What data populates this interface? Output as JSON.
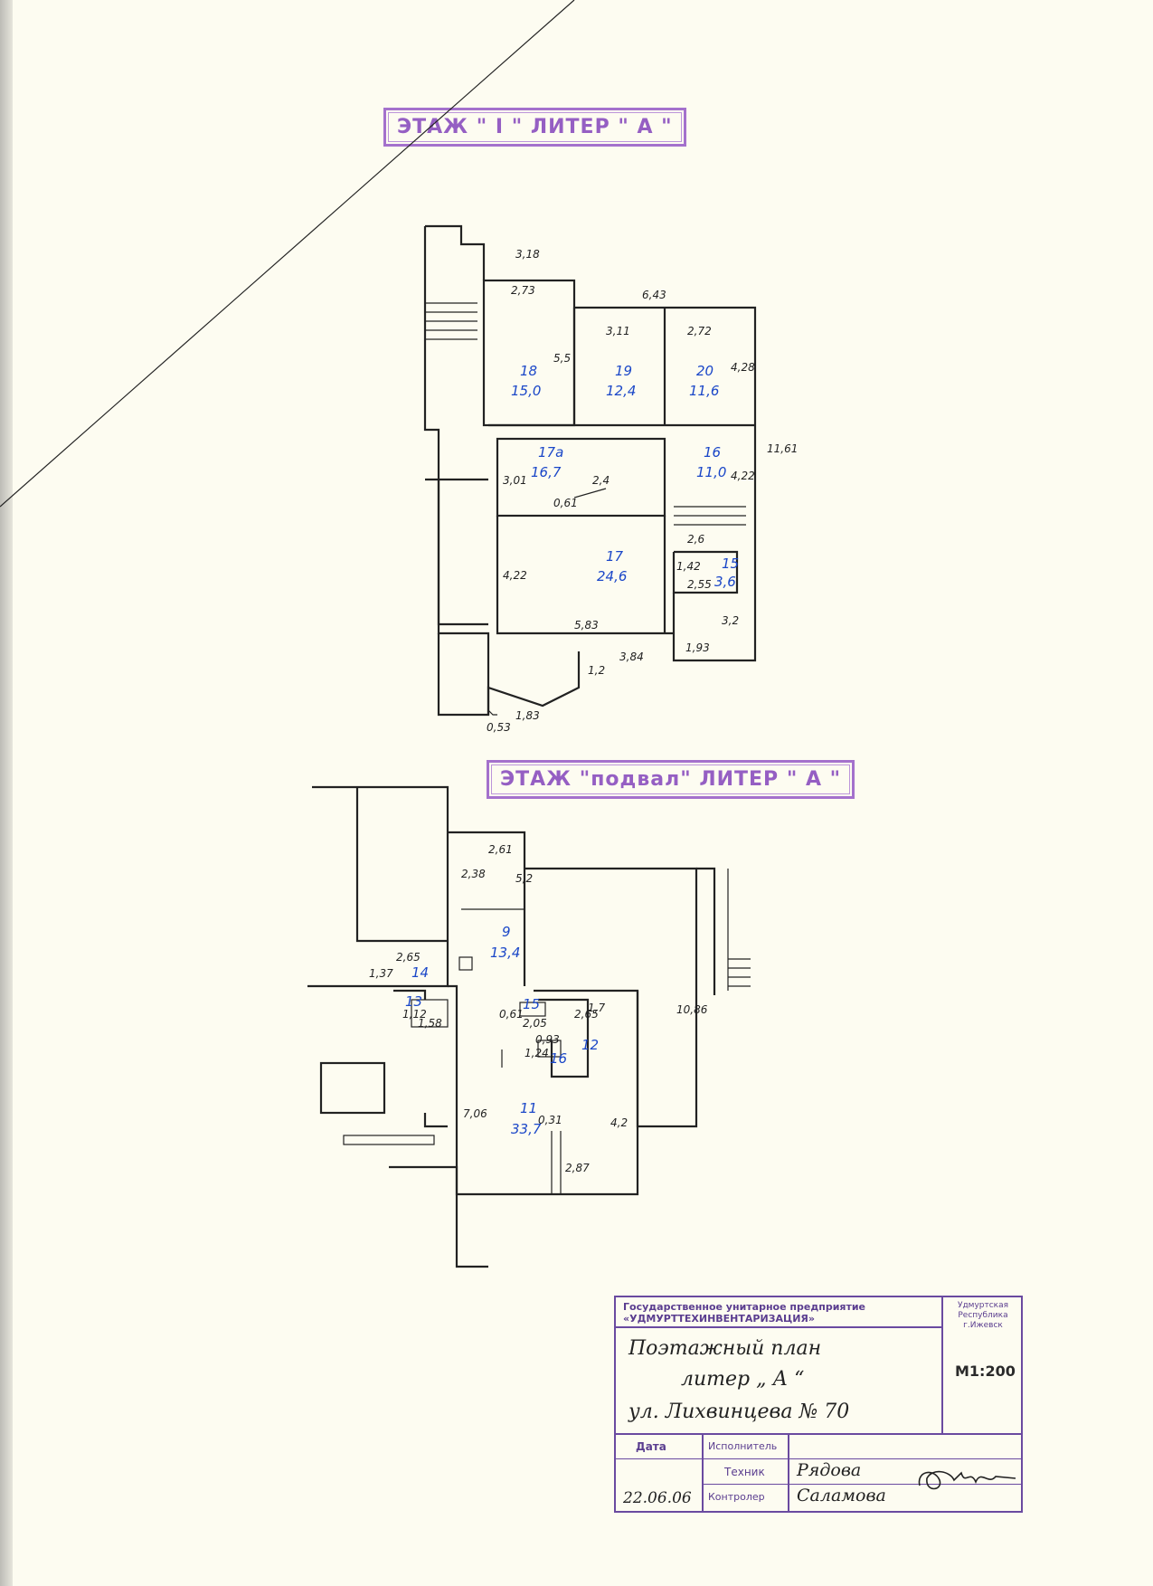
{
  "stamps": {
    "floor1": "ЭТАЖ \" I \" ЛИТЕР \" А \"",
    "basement": "ЭТАЖ \"подвал\" ЛИТЕР \" А \""
  },
  "floor1": {
    "rooms": [
      {
        "id": "room-18",
        "number": "18",
        "area": "15,0"
      },
      {
        "id": "room-19",
        "number": "19",
        "area": "12,4"
      },
      {
        "id": "room-20",
        "number": "20",
        "area": "11,6"
      },
      {
        "id": "room-17a",
        "number": "17а",
        "area": "16,7"
      },
      {
        "id": "room-16",
        "number": "16",
        "area": "11,0"
      },
      {
        "id": "room-17",
        "number": "17",
        "area": "24,6"
      },
      {
        "id": "room-15",
        "number": "15",
        "area": "3,6"
      }
    ],
    "dimensions": [
      "3,18",
      "2,73",
      "6,43",
      "3,11",
      "2,72",
      "5,5",
      "4,28",
      "11,61",
      "3,01",
      "2,4",
      "0,61",
      "4,22",
      "4,22",
      "2,6",
      "1,42",
      "2,55",
      "3,2",
      "5,83",
      "1,93",
      "3,84",
      "1,2",
      "1,83",
      "0,53"
    ]
  },
  "basement": {
    "rooms": [
      {
        "id": "room-9",
        "number": "9",
        "area": "13,4"
      },
      {
        "id": "room-14",
        "number": "14",
        "area": ""
      },
      {
        "id": "room-13",
        "number": "13",
        "area": ""
      },
      {
        "id": "room-15b",
        "number": "15",
        "area": ""
      },
      {
        "id": "room-12",
        "number": "12",
        "area": ""
      },
      {
        "id": "room-16b",
        "number": "16",
        "area": ""
      },
      {
        "id": "room-11",
        "number": "11",
        "area": "33,7"
      }
    ],
    "dimensions": [
      "2,61",
      "2,38",
      "5,2",
      "1,37",
      "2,65",
      "1,12",
      "1,58",
      "0,61",
      "2,05",
      "2,65",
      "1,7",
      "0,93",
      "1,24",
      "10,86",
      "7,06",
      "0,31",
      "4,2",
      "2,87"
    ]
  },
  "title_block": {
    "organization": "Государственное унитарное предприятие «УДМУРТТЕХИНВЕНТАРИЗАЦИЯ»",
    "region": "Удмуртская Республика г.Ижевск",
    "doc_line1": "Поэтажный план",
    "doc_line2": "литер „ А “",
    "address": "ул. Лихвинцева № 70",
    "scale": "М1:200",
    "date_label": "Дата",
    "performer_label": "Исполнитель",
    "technician_label": "Техник",
    "controller_label": "Контролер",
    "technician_name": "Рядова",
    "controller_name": "Саламова",
    "date": "22.06.06"
  }
}
